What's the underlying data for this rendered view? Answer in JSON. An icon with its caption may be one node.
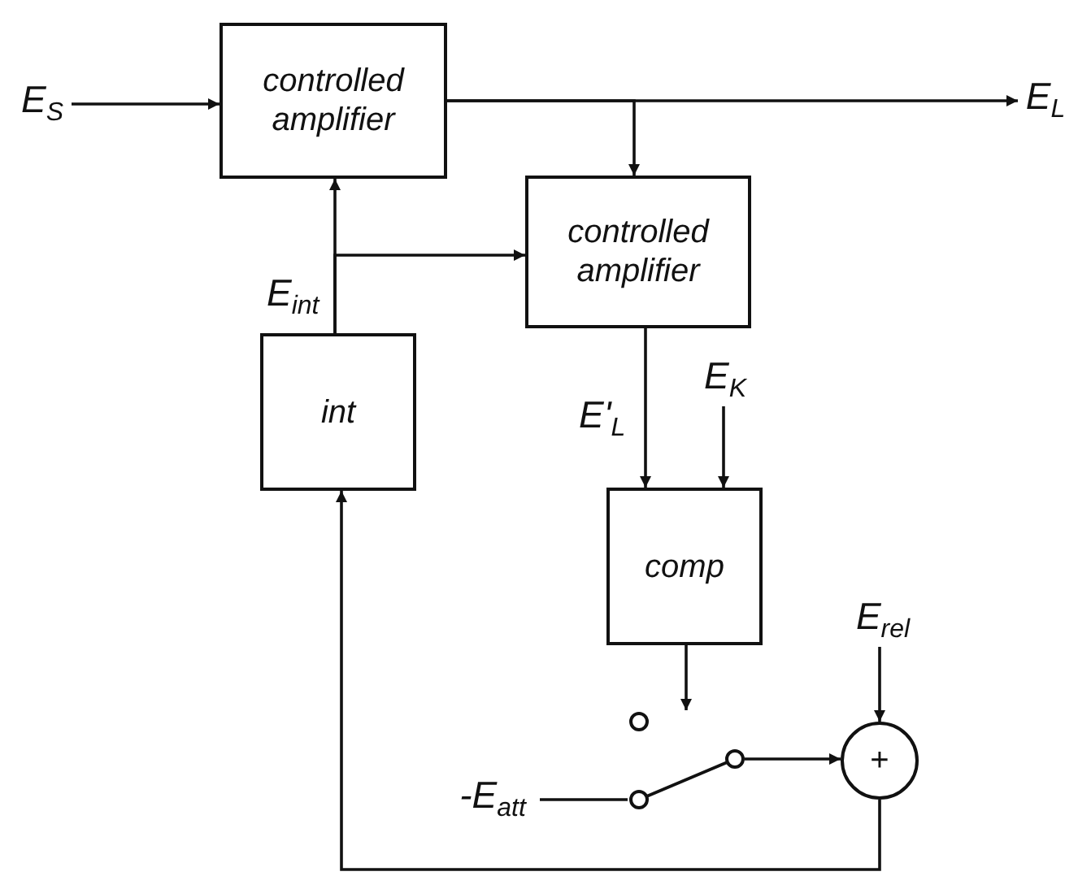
{
  "diagram": {
    "nodes": [
      {
        "text": [
          "E$_{S}$"
        ]
      },
      {
        "text": [
          "controlled amplifier"
        ]
      },
      {
        "text": [
          "E$_{L}$"
        ]
      },
      {
        "text": [
          "controlled amplifier"
        ]
      },
      {
        "text": [
          "int"
        ],
        "beside": [
          "E$_{int}$"
        ]
      },
      {
        "text": [
          "E$_{K}$"
        ]
      },
      {
        "text": [
          "comp"
        ]
      },
      {
        "text": [
          "E$_{rel}$"
        ]
      },
      {
        "text": [
          "-E$_{att}$"
        ]
      },
      {
        "text": [],
        "shape": "switch"
      },
      {
        "text": [
          "+"
        ]
      }
    ],
    "edges": [
      {
        "from": 0,
        "to": 1,
        "arrow": "to"
      },
      {
        "from": 1,
        "to": 2,
        "arrow": "to"
      },
      {
        "from": 1,
        "to": 3,
        "arrow": "to"
      },
      {
        "from": 4,
        "to": 1,
        "arrow": "to"
      },
      {
        "from": 4,
        "to": 3,
        "arrow": "to"
      },
      {
        "from": 3,
        "to": 6,
        "arrow": "to",
        "label": "E'$_{L}$"
      },
      {
        "from": 5,
        "to": 6,
        "arrow": "to"
      },
      {
        "from": 6,
        "to": 9,
        "arrow": "to"
      },
      {
        "from": 8,
        "to": 9,
        "arrow": "none"
      },
      {
        "from": 9,
        "to": 10,
        "arrow": "to"
      },
      {
        "from": 7,
        "to": 10,
        "arrow": "to"
      },
      {
        "from": 10,
        "to": 4,
        "arrow": "to"
      }
    ]
  }
}
